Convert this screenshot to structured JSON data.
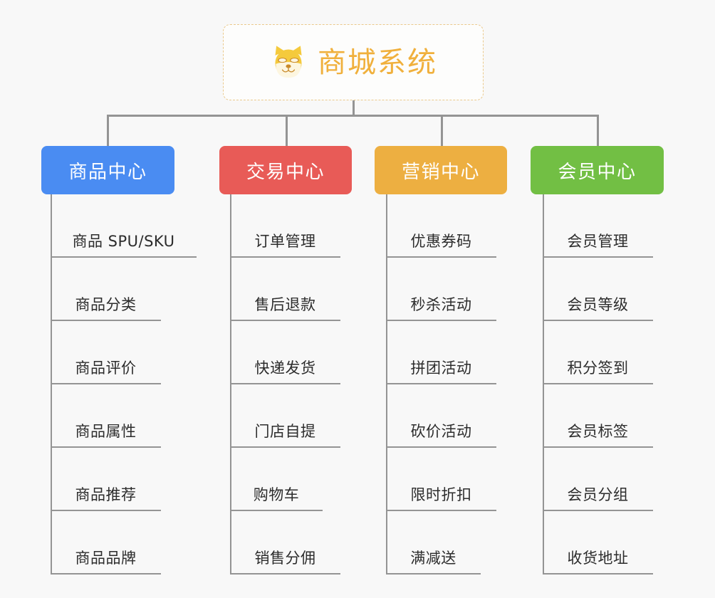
{
  "diagram": {
    "type": "org-tree",
    "title": "商城系统",
    "background_color": "#f8f8f8",
    "connector_color": "#949494",
    "root": {
      "label": "商城系统",
      "icon": "dog-face-icon",
      "text_color": "#f0b03c",
      "border_color": "#eac98c",
      "background_color": "#fdfdfc"
    },
    "branches": [
      {
        "label": "商品中心",
        "color": "#4a8cf2",
        "children": [
          "商品 SPU/SKU",
          "商品分类",
          "商品评价",
          "商品属性",
          "商品推荐",
          "商品品牌"
        ]
      },
      {
        "label": "交易中心",
        "color": "#e85b57",
        "children": [
          "订单管理",
          "售后退款",
          "快递发货",
          "门店自提",
          "购物车",
          "销售分佣"
        ]
      },
      {
        "label": "营销中心",
        "color": "#edaf41",
        "children": [
          "优惠券码",
          "秒杀活动",
          "拼团活动",
          "砍价活动",
          "限时折扣",
          "满减送"
        ]
      },
      {
        "label": "会员中心",
        "color": "#72bf44",
        "children": [
          "会员管理",
          "会员等级",
          "积分签到",
          "会员标签",
          "会员分组",
          "收货地址"
        ]
      }
    ]
  }
}
